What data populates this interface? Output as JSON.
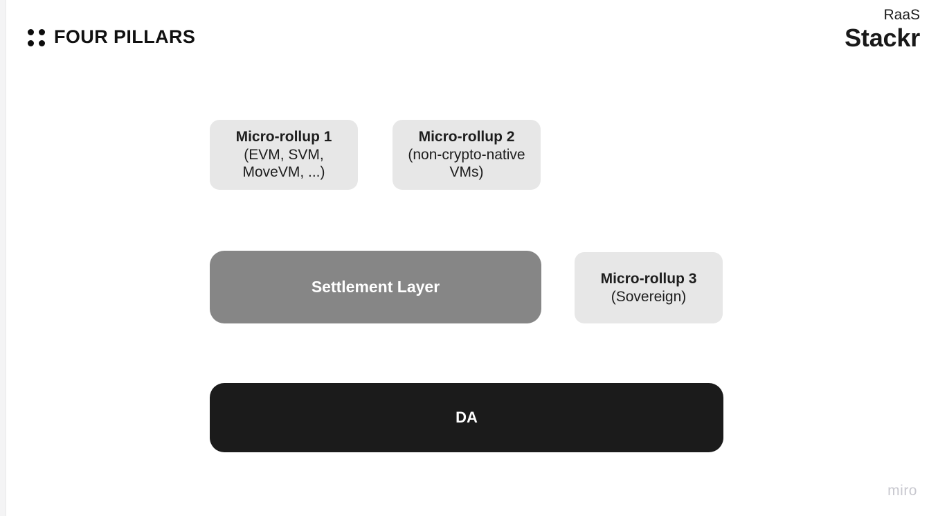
{
  "page": {
    "background_color": "#ffffff"
  },
  "header": {
    "brand_name": "FOUR PILLARS",
    "brand_icon": "four-dots-grid-icon",
    "corner": {
      "category": "RaaS",
      "title": "Stackr"
    }
  },
  "diagram": {
    "type": "stack-architecture",
    "nodes": [
      {
        "id": "micro-rollup-1",
        "title": "Micro-rollup 1",
        "subtitle_lines": [
          "(EVM, SVM,",
          "MoveVM, ...)"
        ],
        "fill": "#e7e7e7",
        "text_color": "#1d1d1d"
      },
      {
        "id": "micro-rollup-2",
        "title": "Micro-rollup 2",
        "subtitle_lines": [
          "(non-crypto-native",
          "VMs)"
        ],
        "fill": "#e7e7e7",
        "text_color": "#1d1d1d"
      },
      {
        "id": "settlement-layer",
        "title": "Settlement Layer",
        "subtitle_lines": [],
        "fill": "#868686",
        "text_color": "#ffffff"
      },
      {
        "id": "micro-rollup-3",
        "title": "Micro-rollup 3",
        "subtitle_lines": [
          "(Sovereign)"
        ],
        "fill": "#e7e7e7",
        "text_color": "#1d1d1d"
      },
      {
        "id": "data-availability",
        "title": "DA",
        "subtitle_lines": [],
        "fill": "#1b1b1b",
        "text_color": "#ffffff"
      }
    ]
  },
  "watermark": {
    "label": "miro",
    "color": "#c8c8cf"
  }
}
